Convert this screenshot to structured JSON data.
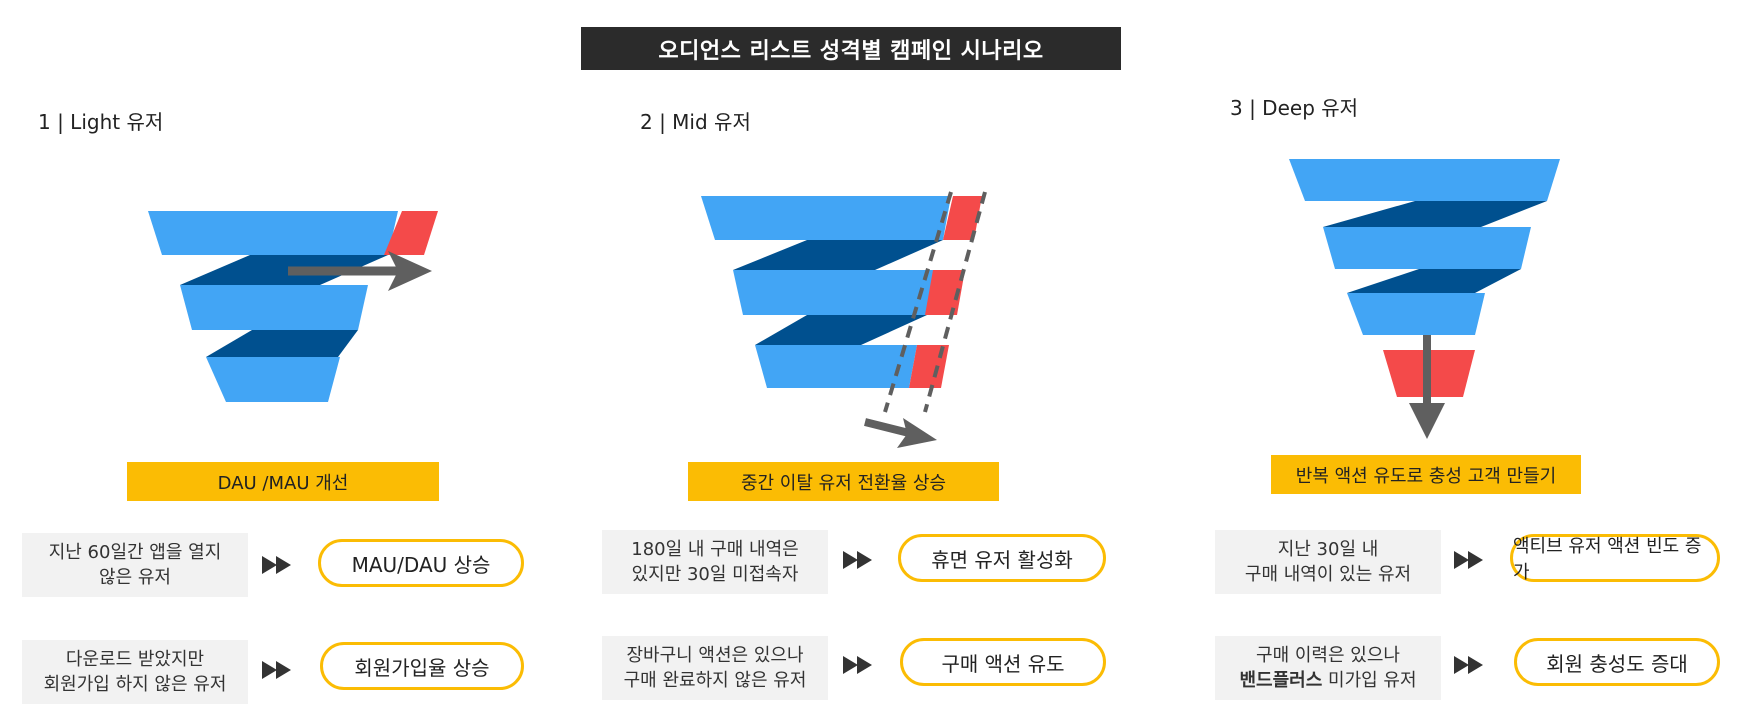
{
  "title": "오디언스 리스트 성격별 캠페인 시나리오",
  "colors": {
    "funnel_light": "#42a5f5",
    "funnel_dark": "#00508f",
    "highlight_red": "#f44a4a",
    "arrow_gray": "#5f5f5f",
    "banner_yellow": "#fbbc04",
    "title_bg": "#2b2b2b",
    "condition_bg": "#f2f2f2"
  },
  "columns": [
    {
      "label": "1 | Light 유저",
      "banner": "DAU /MAU 개선",
      "rows": [
        {
          "condition_line1": "지난 60일간 앱을 열지",
          "condition_line2": "않은 유저",
          "outcome": "MAU/DAU 상승"
        },
        {
          "condition_line1": "다운로드 받았지만",
          "condition_line2": "회원가입 하지 않은 유저",
          "outcome": "회원가입율 상승"
        }
      ]
    },
    {
      "label": "2 | Mid 유저",
      "banner": "중간 이탈 유저 전환율 상승",
      "rows": [
        {
          "condition_line1": "180일 내 구매 내역은",
          "condition_line2": "있지만 30일 미접속자",
          "outcome": "휴면 유저 활성화"
        },
        {
          "condition_line1": "장바구니 액션은 있으나",
          "condition_line2": "구매 완료하지 않은 유저",
          "outcome": "구매 액션 유도"
        }
      ]
    },
    {
      "label": "3 | Deep 유저",
      "banner": "반복 액션 유도로 충성 고객 만들기",
      "rows": [
        {
          "condition_line1": "지난 30일 내",
          "condition_line2": "구매 내역이 있는 유저",
          "outcome": "액티브 유저 액션 빈도 증가"
        },
        {
          "condition_line1": "구매 이력은 있으나",
          "condition_line2_bold": "밴드플러스",
          "condition_line2_rest": " 미가입 유저",
          "outcome": "회원 충성도 증대"
        }
      ]
    }
  ]
}
